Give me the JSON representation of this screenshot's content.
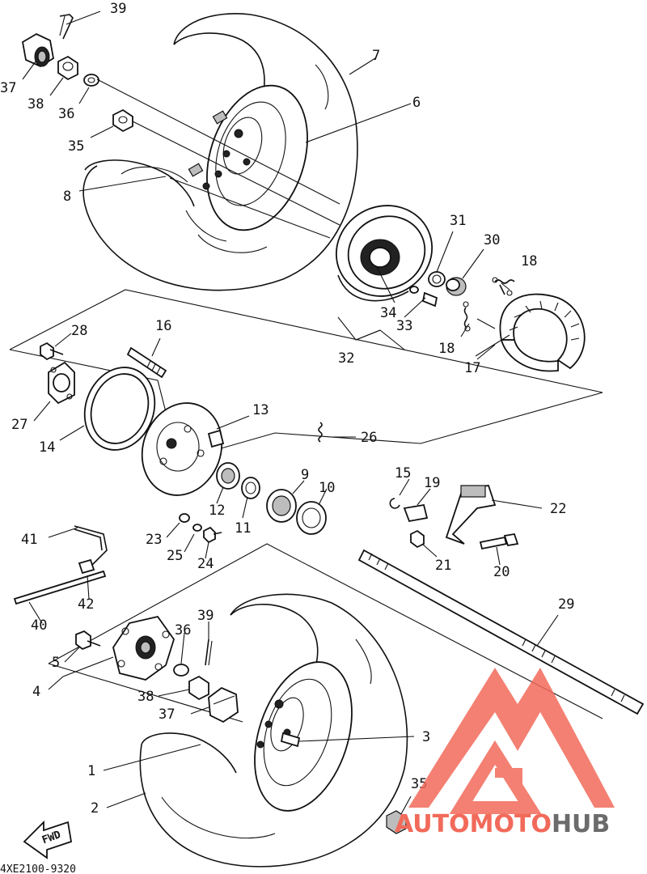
{
  "diagram": {
    "callouts": [
      {
        "id": "c39a",
        "label": "39"
      },
      {
        "id": "c37a",
        "label": "37"
      },
      {
        "id": "c38a",
        "label": "38"
      },
      {
        "id": "c36a",
        "label": "36"
      },
      {
        "id": "c7",
        "label": "7"
      },
      {
        "id": "c6",
        "label": "6"
      },
      {
        "id": "c35a",
        "label": "35"
      },
      {
        "id": "c8",
        "label": "8"
      },
      {
        "id": "c31",
        "label": "31"
      },
      {
        "id": "c30",
        "label": "30"
      },
      {
        "id": "c18a",
        "label": "18"
      },
      {
        "id": "c34",
        "label": "34"
      },
      {
        "id": "c33",
        "label": "33"
      },
      {
        "id": "c32",
        "label": "32"
      },
      {
        "id": "c18b",
        "label": "18"
      },
      {
        "id": "c17",
        "label": "17"
      },
      {
        "id": "c28",
        "label": "28"
      },
      {
        "id": "c16",
        "label": "16"
      },
      {
        "id": "c27",
        "label": "27"
      },
      {
        "id": "c14",
        "label": "14"
      },
      {
        "id": "c13",
        "label": "13"
      },
      {
        "id": "c26",
        "label": "26"
      },
      {
        "id": "c15",
        "label": "15"
      },
      {
        "id": "c19",
        "label": "19"
      },
      {
        "id": "c22",
        "label": "22"
      },
      {
        "id": "c9",
        "label": "9"
      },
      {
        "id": "c10",
        "label": "10"
      },
      {
        "id": "c12",
        "label": "12"
      },
      {
        "id": "c11",
        "label": "11"
      },
      {
        "id": "c21",
        "label": "21"
      },
      {
        "id": "c20",
        "label": "20"
      },
      {
        "id": "c41",
        "label": "41"
      },
      {
        "id": "c23",
        "label": "23"
      },
      {
        "id": "c25",
        "label": "25"
      },
      {
        "id": "c24",
        "label": "24"
      },
      {
        "id": "c42",
        "label": "42"
      },
      {
        "id": "c40",
        "label": "40"
      },
      {
        "id": "c29",
        "label": "29"
      },
      {
        "id": "c39b",
        "label": "39"
      },
      {
        "id": "c36b",
        "label": "36"
      },
      {
        "id": "c5",
        "label": "5"
      },
      {
        "id": "c4",
        "label": "4"
      },
      {
        "id": "c38b",
        "label": "38"
      },
      {
        "id": "c37b",
        "label": "37"
      },
      {
        "id": "c3",
        "label": "3"
      },
      {
        "id": "c1",
        "label": "1"
      },
      {
        "id": "c2",
        "label": "2"
      },
      {
        "id": "c35b",
        "label": "35"
      }
    ],
    "direction_label": "FWD",
    "drawing_code": "4XE2100-9320"
  },
  "watermark": {
    "text_part1": "AUTOMOTO",
    "text_part2": "HUB",
    "color_main": "#f26a5a",
    "color_secondary": "#6b6b6b"
  }
}
